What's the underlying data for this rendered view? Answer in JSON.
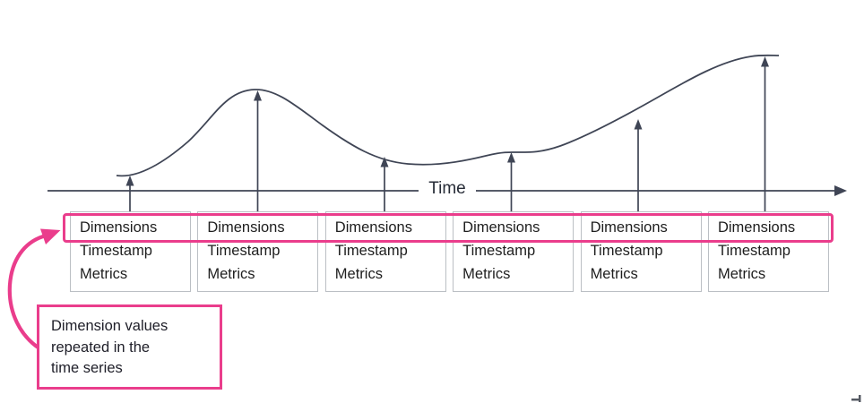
{
  "diagram": {
    "time_axis_label": "Time",
    "record_box": {
      "count": 6,
      "fields": [
        "Dimensions",
        "Timestamp",
        "Metrics"
      ]
    },
    "callout": {
      "text": "Dimension values\nrepeated in the\ntime series"
    },
    "colors": {
      "accent_pink": "#EA3D8C",
      "line": "#3F4555",
      "box_border": "#BBBFC4",
      "text_dark": "#1E1E1E"
    }
  }
}
